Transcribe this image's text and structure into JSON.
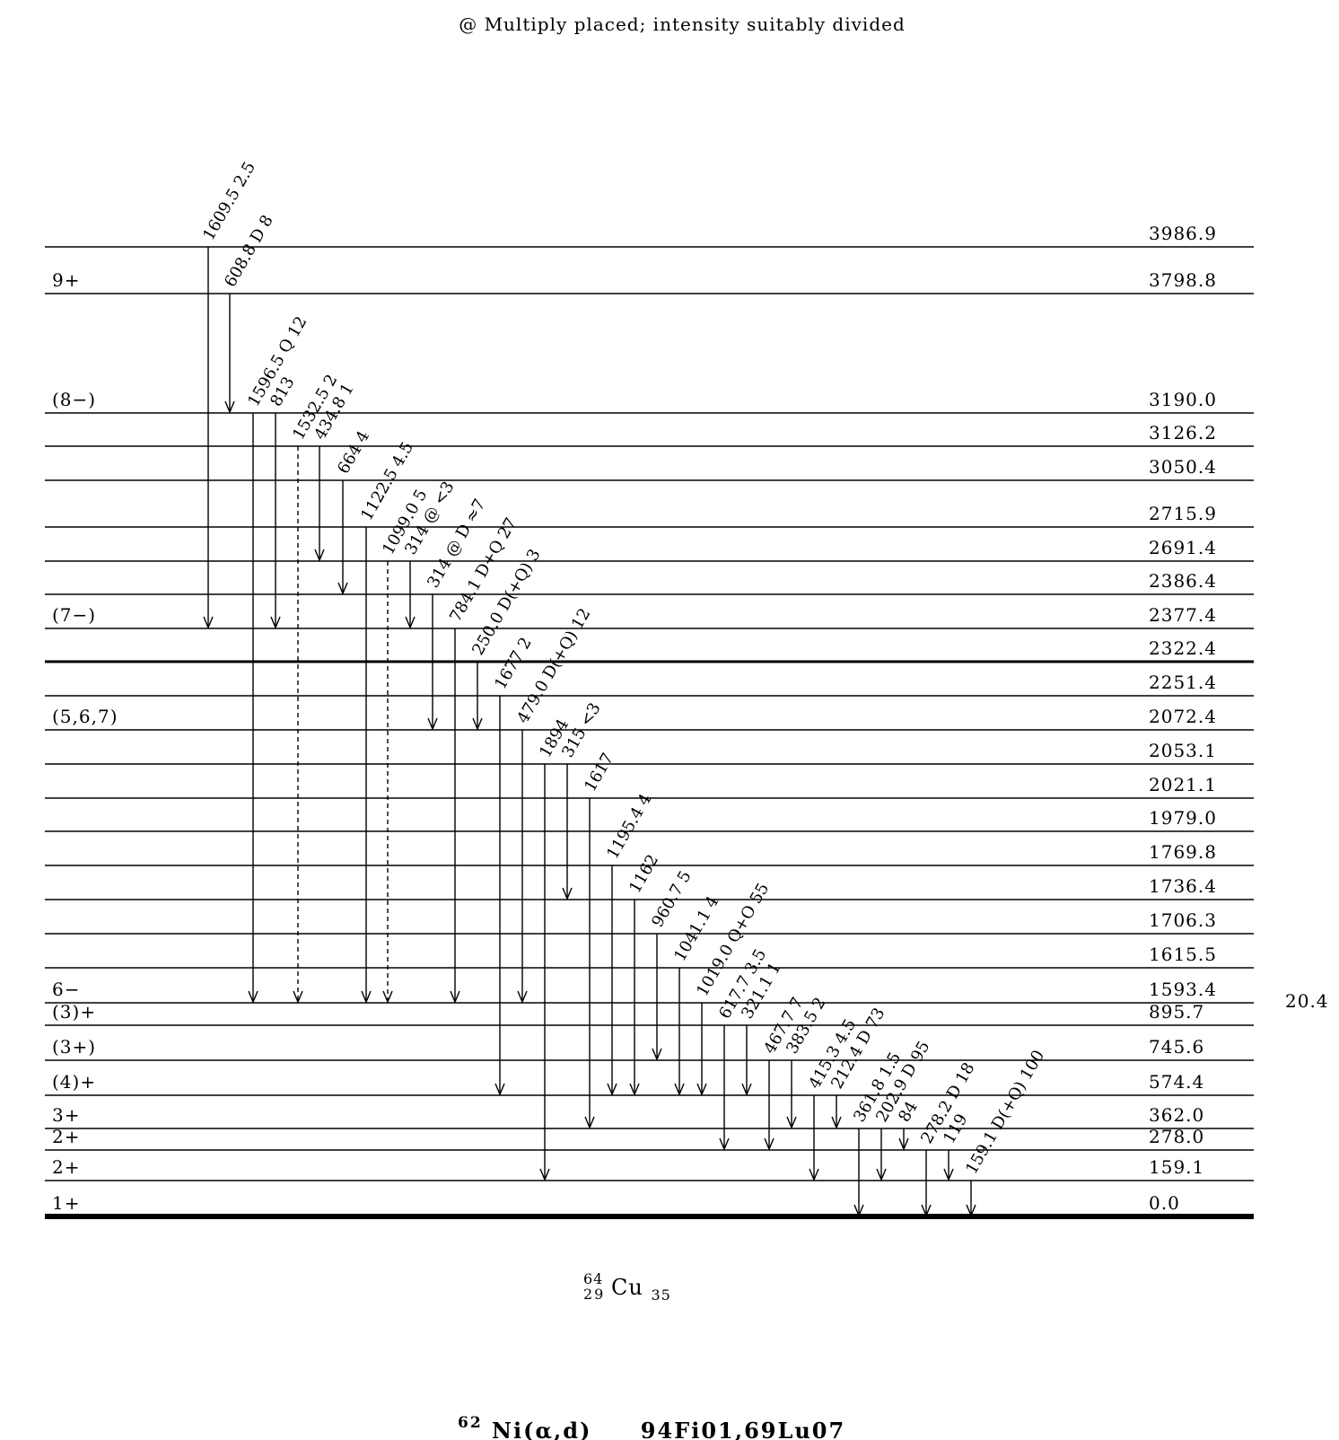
{
  "note": "@ Multiply placed; intensity suitably divided",
  "right_edge_value": "20.4",
  "footer": {
    "mass_superscript": "62",
    "reaction": "Ni(α,d)",
    "references": "94Fi01,69Lu07"
  },
  "nuclide": {
    "mass_number": "64",
    "atomic_number": "29",
    "symbol": "Cu",
    "neutron_number": "35"
  },
  "levels": [
    {
      "energy": "3986.9",
      "spin": ""
    },
    {
      "energy": "3798.8",
      "spin": "9+"
    },
    {
      "energy": "3190.0",
      "spin": "(8−)"
    },
    {
      "energy": "3126.2",
      "spin": ""
    },
    {
      "energy": "3050.4",
      "spin": ""
    },
    {
      "energy": "2715.9",
      "spin": ""
    },
    {
      "energy": "2691.4",
      "spin": ""
    },
    {
      "energy": "2386.4",
      "spin": ""
    },
    {
      "energy": "2377.4",
      "spin": "(7−)"
    },
    {
      "energy": "2322.4",
      "spin": ""
    },
    {
      "energy": "2251.4",
      "spin": ""
    },
    {
      "energy": "2072.4",
      "spin": "(5,6,7)"
    },
    {
      "energy": "2053.1",
      "spin": ""
    },
    {
      "energy": "2021.1",
      "spin": ""
    },
    {
      "energy": "1979.0",
      "spin": ""
    },
    {
      "energy": "1769.8",
      "spin": ""
    },
    {
      "energy": "1736.4",
      "spin": ""
    },
    {
      "energy": "1706.3",
      "spin": ""
    },
    {
      "energy": "1615.5",
      "spin": ""
    },
    {
      "energy": "1593.4",
      "spin": "6−"
    },
    {
      "energy": "895.7",
      "spin": "(3)+"
    },
    {
      "energy": "745.6",
      "spin": "(3+)"
    },
    {
      "energy": "574.4",
      "spin": "(4)+"
    },
    {
      "energy": "362.0",
      "spin": "3+"
    },
    {
      "energy": "278.0",
      "spin": "2+"
    },
    {
      "energy": "159.1",
      "spin": "2+"
    },
    {
      "energy": "0.0",
      "spin": "1+"
    }
  ],
  "gammas": [
    {
      "label": "1609.5  2.5",
      "from": "3986.9",
      "to": "2377.4"
    },
    {
      "label": "608.8 D  8",
      "from": "3798.8",
      "to": "3190.0"
    },
    {
      "label": "1596.5 Q  12",
      "from": "3190.0",
      "to": "1593.4"
    },
    {
      "label": "813",
      "from": "3190.0",
      "to": "2377.4"
    },
    {
      "label": "1532.5  2",
      "from": "3126.2",
      "to": "1593.4",
      "dashed": true
    },
    {
      "label": "434.8  1",
      "from": "3126.2",
      "to": "2691.4"
    },
    {
      "label": "664  4",
      "from": "3050.4",
      "to": "2386.4"
    },
    {
      "label": "1122.5  4.5",
      "from": "2715.9",
      "to": "1593.4"
    },
    {
      "label": "1099.0  5",
      "from": "2691.4",
      "to": "1593.4",
      "dashed": true
    },
    {
      "label": "314 @  <3",
      "from": "2691.4",
      "to": "2377.4"
    },
    {
      "label": "314 @ D  ≈7",
      "from": "2386.4",
      "to": "2072.4"
    },
    {
      "label": "784.1 D+Q  27",
      "from": "2377.4",
      "to": "1593.4"
    },
    {
      "label": "250.0 D(+Q)  3",
      "from": "2322.4",
      "to": "2072.4"
    },
    {
      "label": "1677  2",
      "from": "2251.4",
      "to": "574.4"
    },
    {
      "label": "479.0 D(+Q)  12",
      "from": "2072.4",
      "to": "1593.4"
    },
    {
      "label": "1894",
      "from": "2053.1",
      "to": "159.1"
    },
    {
      "label": "315  <3",
      "from": "2053.1",
      "to": "1736.4"
    },
    {
      "label": "1617",
      "from": "2021.1",
      "to": "362.0"
    },
    {
      "label": "1195.4  4",
      "from": "1769.8",
      "to": "574.4"
    },
    {
      "label": "1162",
      "from": "1736.4",
      "to": "574.4"
    },
    {
      "label": "960.7  5",
      "from": "1706.3",
      "to": "745.6"
    },
    {
      "label": "1041.1  4",
      "from": "1615.5",
      "to": "574.4"
    },
    {
      "label": "1019.0 Q+O  55",
      "from": "1593.4",
      "to": "574.4"
    },
    {
      "label": "617.7  3.5",
      "from": "895.7",
      "to": "278.0"
    },
    {
      "label": "321.1  1",
      "from": "895.7",
      "to": "574.4"
    },
    {
      "label": "467.7  7",
      "from": "745.6",
      "to": "278.0"
    },
    {
      "label": "383.5  2",
      "from": "745.6",
      "to": "362.0"
    },
    {
      "label": "415.3  4.5",
      "from": "574.4",
      "to": "159.1"
    },
    {
      "label": "212.4 D  73",
      "from": "574.4",
      "to": "362.0"
    },
    {
      "label": "361.8  1.5",
      "from": "362.0",
      "to": "0.0"
    },
    {
      "label": "202.9 D  95",
      "from": "362.0",
      "to": "159.1"
    },
    {
      "label": "84",
      "from": "362.0",
      "to": "278.0"
    },
    {
      "label": "278.2 D  18",
      "from": "278.0",
      "to": "0.0"
    },
    {
      "label": "119",
      "from": "278.0",
      "to": "159.1"
    },
    {
      "label": "159.1 D(+Q)  100",
      "from": "159.1",
      "to": "0.0"
    }
  ]
}
